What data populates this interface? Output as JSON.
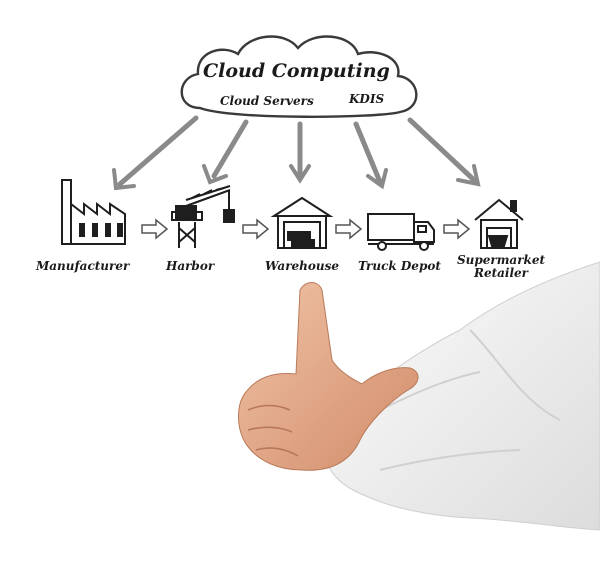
{
  "cloud": {
    "title": "Cloud Computing",
    "sub_label_1": "Cloud Servers",
    "sub_label_2": "KDIS"
  },
  "nodes": [
    {
      "label": "Manufacturer",
      "icon": "factory-icon"
    },
    {
      "label": "Harbor",
      "icon": "crane-icon"
    },
    {
      "label": "Warehouse",
      "icon": "warehouse-icon"
    },
    {
      "label": "Truck Depot",
      "icon": "truck-icon"
    },
    {
      "label": "Supermarket",
      "label2": "Retailer",
      "icon": "store-icon"
    }
  ]
}
